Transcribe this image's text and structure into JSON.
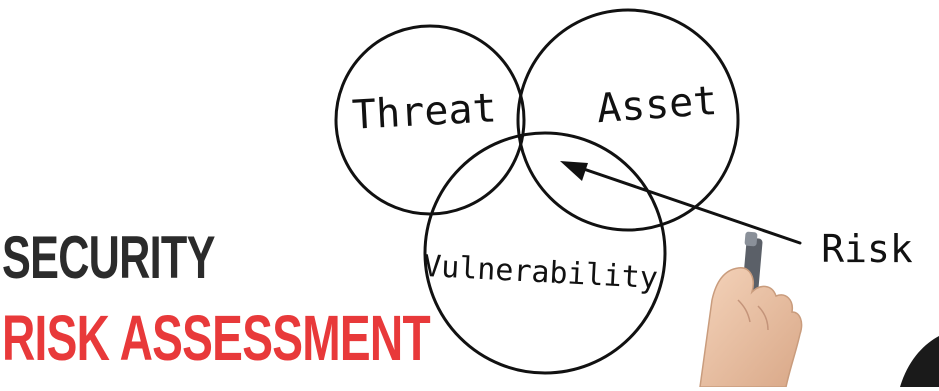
{
  "diagram": {
    "labels": {
      "threat": "Threat",
      "asset": "Asset",
      "vulnerability": "Vulnerability",
      "risk": "Risk"
    },
    "colors": {
      "ink": "#111111",
      "risk_fill": "#e41e1e",
      "skin": "#efc8ab",
      "pen": "#5b6068"
    }
  },
  "title": {
    "line1": "SECURITY",
    "line2": "RISK ASSESSMENT",
    "line1_color": "#2b2b2b",
    "line2_color": "#e8393a"
  }
}
